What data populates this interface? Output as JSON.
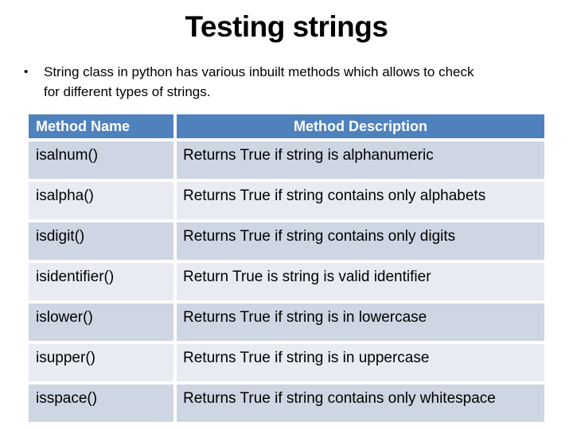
{
  "slide": {
    "title": "Testing strings",
    "bullet": {
      "marker": "•",
      "lines": [
        "String class in python has various inbuilt methods which allows to check",
        "for different types of strings."
      ]
    }
  },
  "table": {
    "headers": [
      "Method Name",
      "Method Description"
    ],
    "rows": [
      {
        "method": "isalnum()",
        "description": "Returns True if string is alphanumeric"
      },
      {
        "method": "isalpha()",
        "description": "Returns True if string contains only alphabets"
      },
      {
        "method": "isdigit()",
        "description": "Returns True if string contains only digits"
      },
      {
        "method": "isidentifier()",
        "description": "Return True is string is valid identifier"
      },
      {
        "method": "islower()",
        "description": "Returns True if string is in lowercase"
      },
      {
        "method": "isupper()",
        "description": "Returns True if string is in uppercase"
      },
      {
        "method": "isspace()",
        "description": "Returns True if string contains only whitespace"
      }
    ],
    "colors": {
      "header_bg": "#4F81BD",
      "header_text": "#FFFFFF",
      "row_band_dark": "#CED5E3",
      "row_band_light": "#E9EBF2",
      "cell_text": "#000000"
    }
  }
}
